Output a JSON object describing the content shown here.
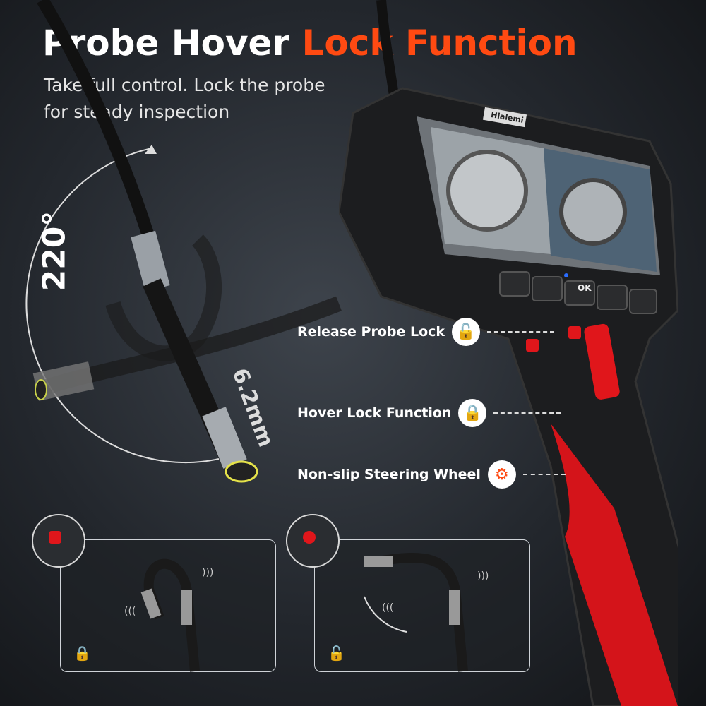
{
  "header": {
    "title_white": "Probe Hover",
    "title_accent": "Lock Function",
    "subtitle_line1": "Take full control. Lock the probe",
    "subtitle_line2": "for steady inspection"
  },
  "probe": {
    "angle_label": "220°",
    "diameter_label": "6.2mm"
  },
  "device": {
    "brand": "Hialemi",
    "buttons": [
      "brightness-power",
      "zoom-up",
      "camera-ok",
      "down-rotate",
      "playback-settings"
    ],
    "ok_label": "OK"
  },
  "features": [
    {
      "label": "Release Probe Lock",
      "icon": "unlock-icon"
    },
    {
      "label": "Hover Lock Function",
      "icon": "lock-icon"
    },
    {
      "label": "Non-slip Steering Wheel",
      "icon": "gear-icon"
    }
  ],
  "panels": [
    {
      "state": "locked",
      "icon": "lock-icon"
    },
    {
      "state": "unlocked",
      "icon": "unlock-icon"
    }
  ],
  "colors": {
    "accent": "#ff4a12",
    "button_red": "#e0161b",
    "background": "#2a2f35"
  }
}
